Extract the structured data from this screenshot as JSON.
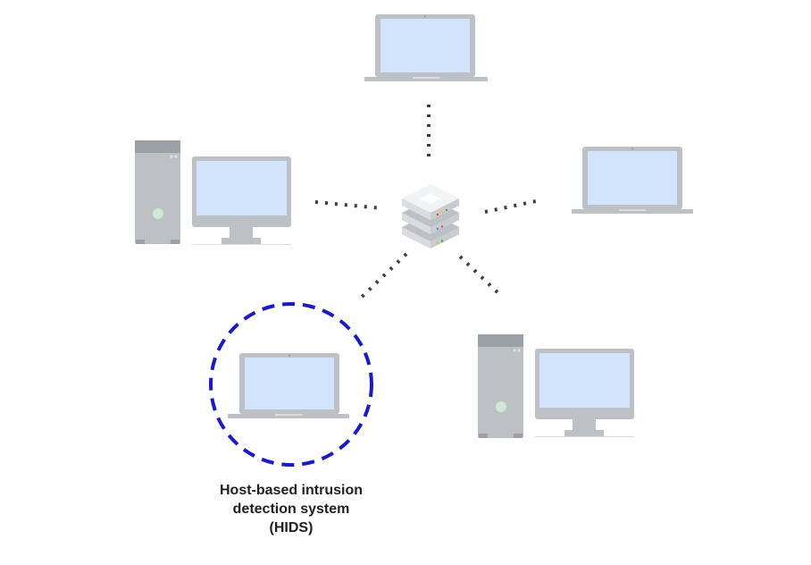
{
  "diagram": {
    "hids_label": {
      "line1": "Host-based intrusion",
      "line2": "detection system",
      "line3": "(HIDS)"
    }
  },
  "colors": {
    "device_body": "#bdc1c6",
    "device_dark": "#9aa0a6",
    "screen": "#d2e3fc",
    "connector": "#3c4043",
    "hids_ring": "#1a1acc",
    "power_led": "#ceead6"
  },
  "icons": [
    "laptop-icon",
    "desktop-computer-icon",
    "server-icon"
  ]
}
